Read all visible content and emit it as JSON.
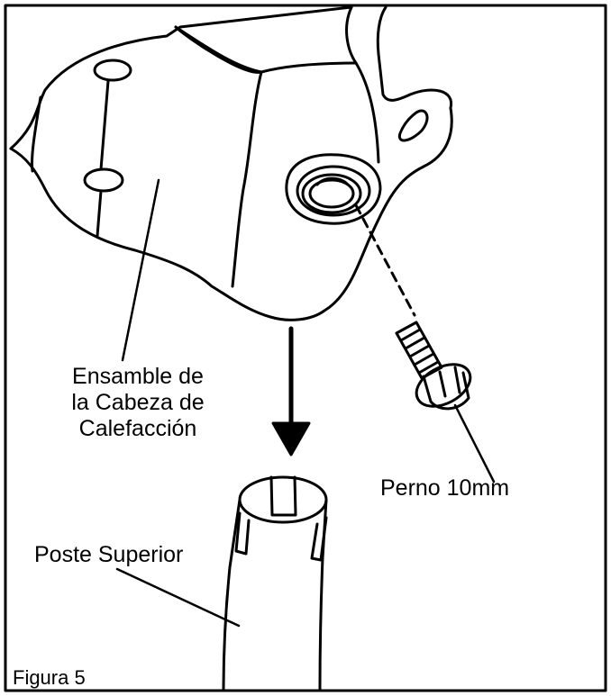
{
  "labels": {
    "heating_head": [
      "Ensamble de",
      "la Cabeza de",
      "Calefacción"
    ],
    "bolt": "Perno 10mm",
    "upper_post": "Poste Superior",
    "figure": "Figura 5"
  },
  "colors": {
    "ink": "#000000",
    "paper": "#ffffff"
  }
}
